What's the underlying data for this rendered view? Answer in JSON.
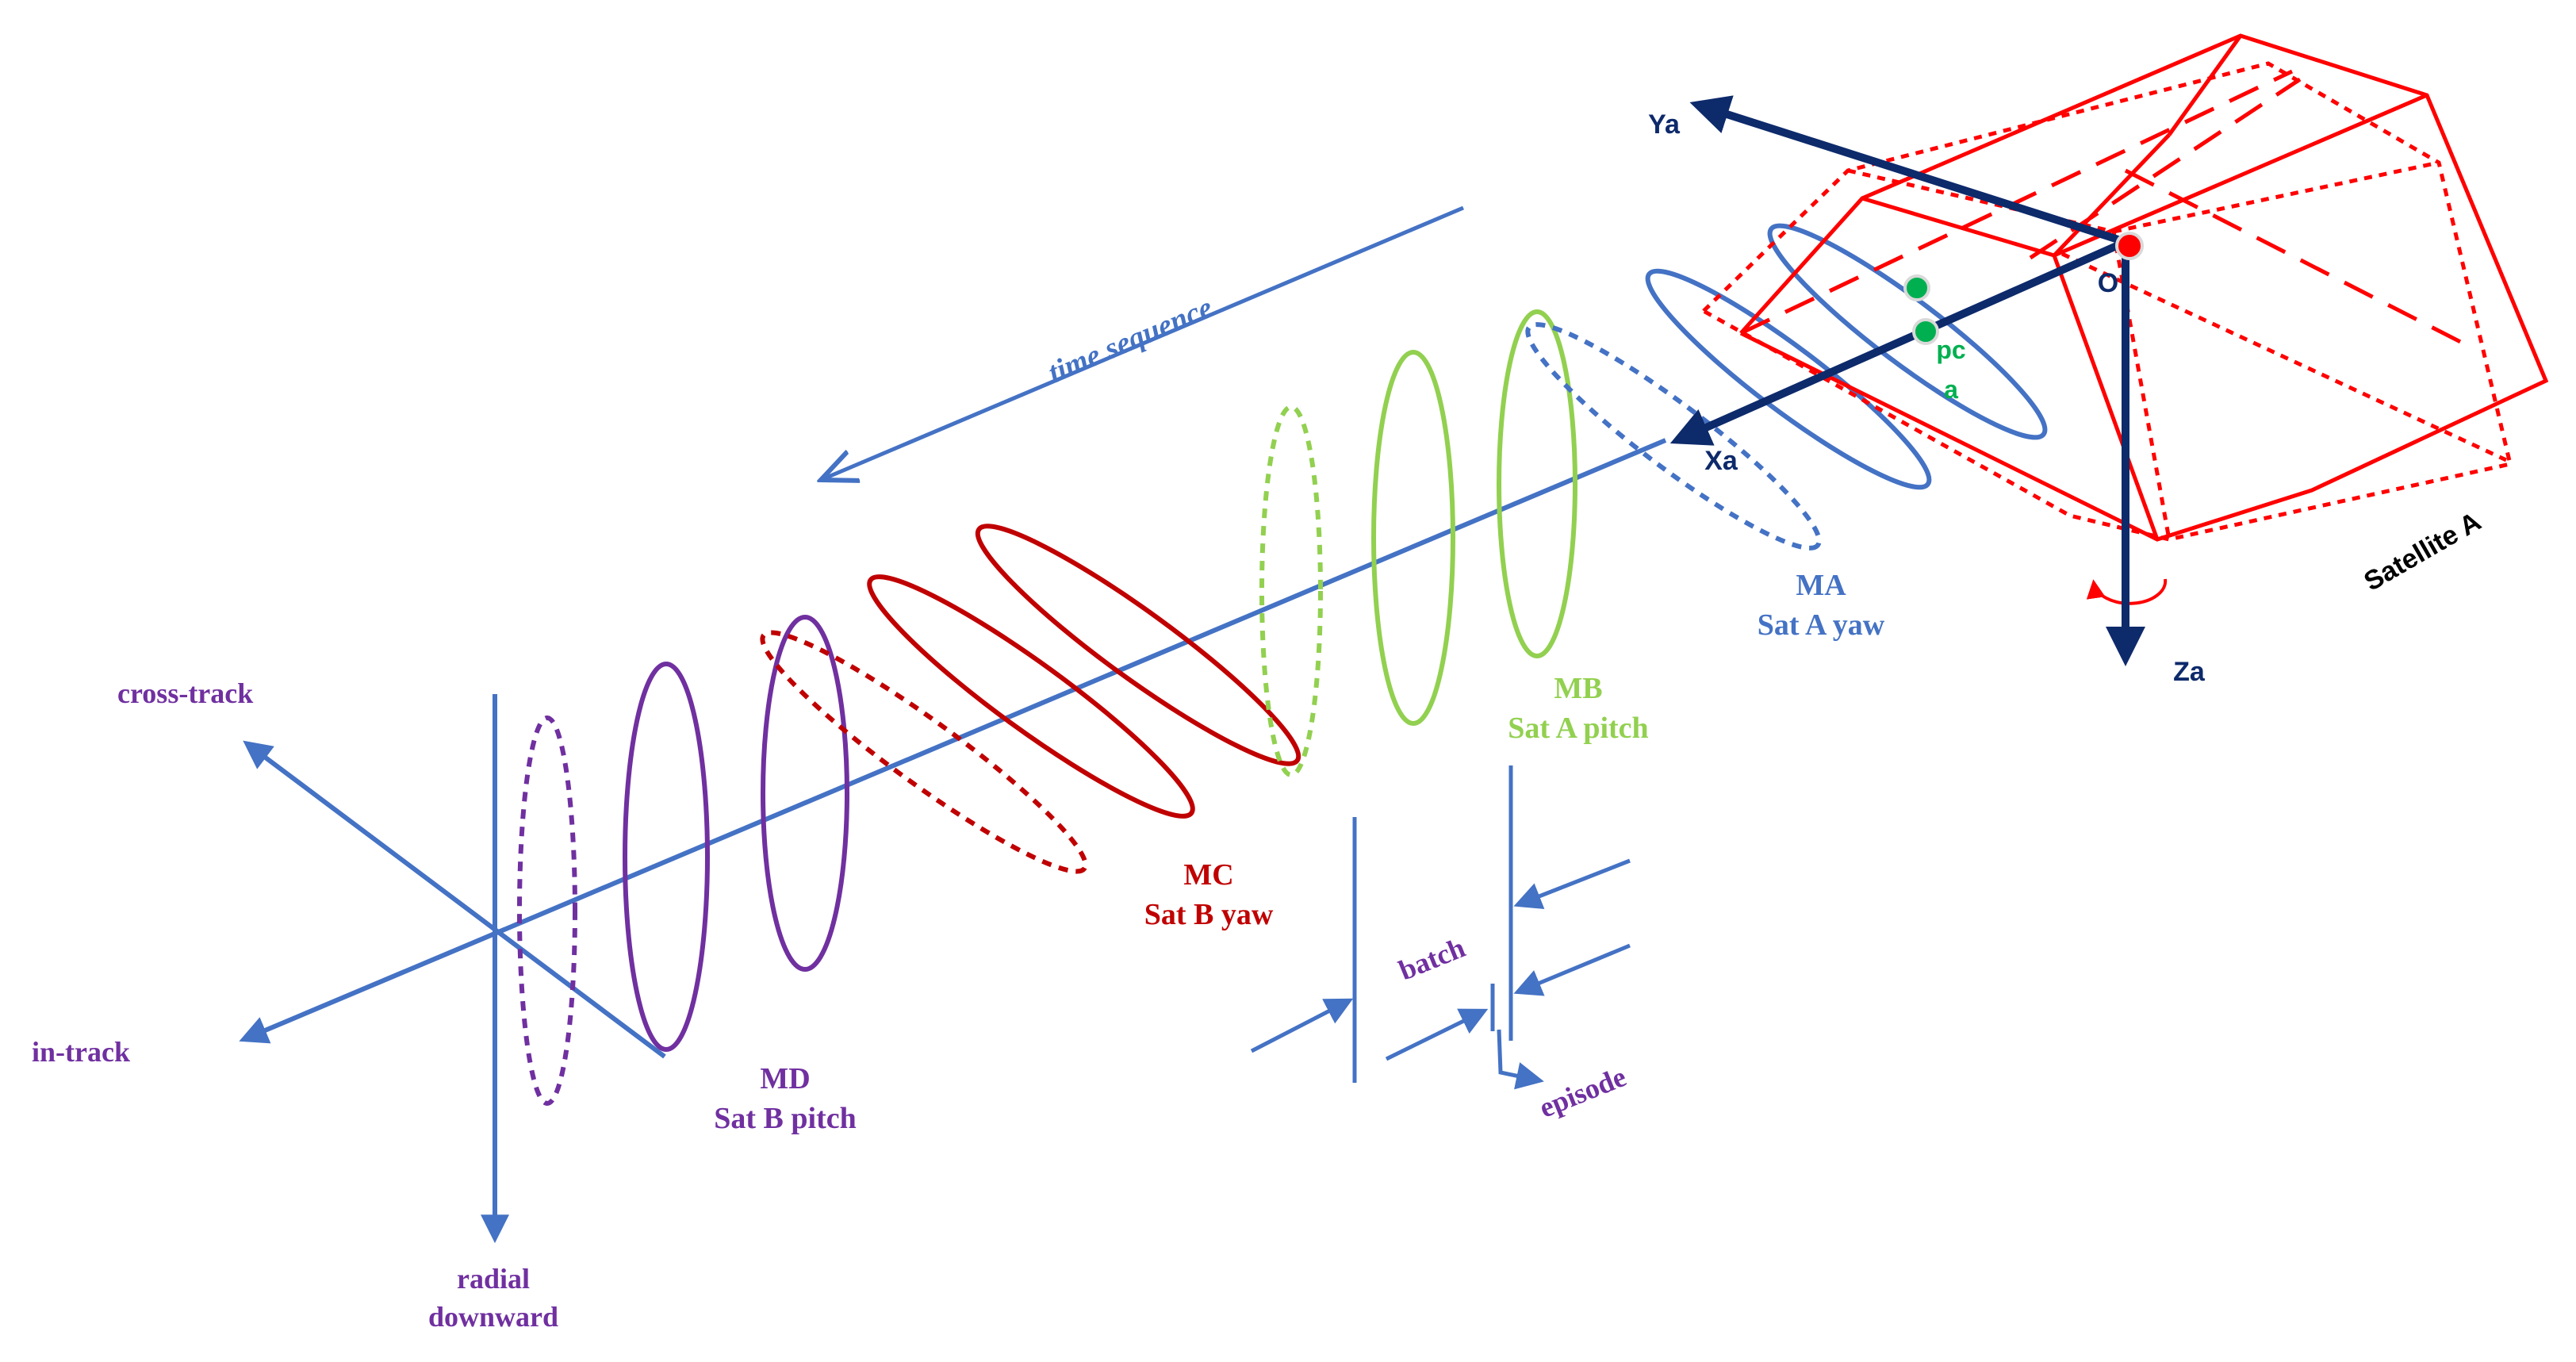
{
  "colors": {
    "axis_blue": "#4472c4",
    "navy": "#0d2a6b",
    "purple": "#7030a0",
    "dark_red": "#c00000",
    "light_green": "#92d050",
    "bright_red": "#ff0000",
    "green_dot": "#00b050"
  },
  "orbit_frame": {
    "cross_track": "cross-track",
    "in_track": "in-track",
    "radial_line1": "radial",
    "radial_line2": "downward"
  },
  "time_sequence": "time sequence",
  "maneuvers": {
    "md": {
      "code": "MD",
      "desc": "Sat B pitch"
    },
    "mc": {
      "code": "MC",
      "desc": "Sat B yaw"
    },
    "mb": {
      "code": "MB",
      "desc": "Sat A pitch"
    },
    "ma": {
      "code": "MA",
      "desc": "Sat A yaw"
    }
  },
  "timing": {
    "batch": "batch",
    "episode": "episode"
  },
  "satellite": {
    "name": "Satellite A",
    "ya": "Ya",
    "xa": "Xa",
    "za": "Za",
    "origin": "O",
    "pc_line1": "pc",
    "pc_line2": "a"
  }
}
